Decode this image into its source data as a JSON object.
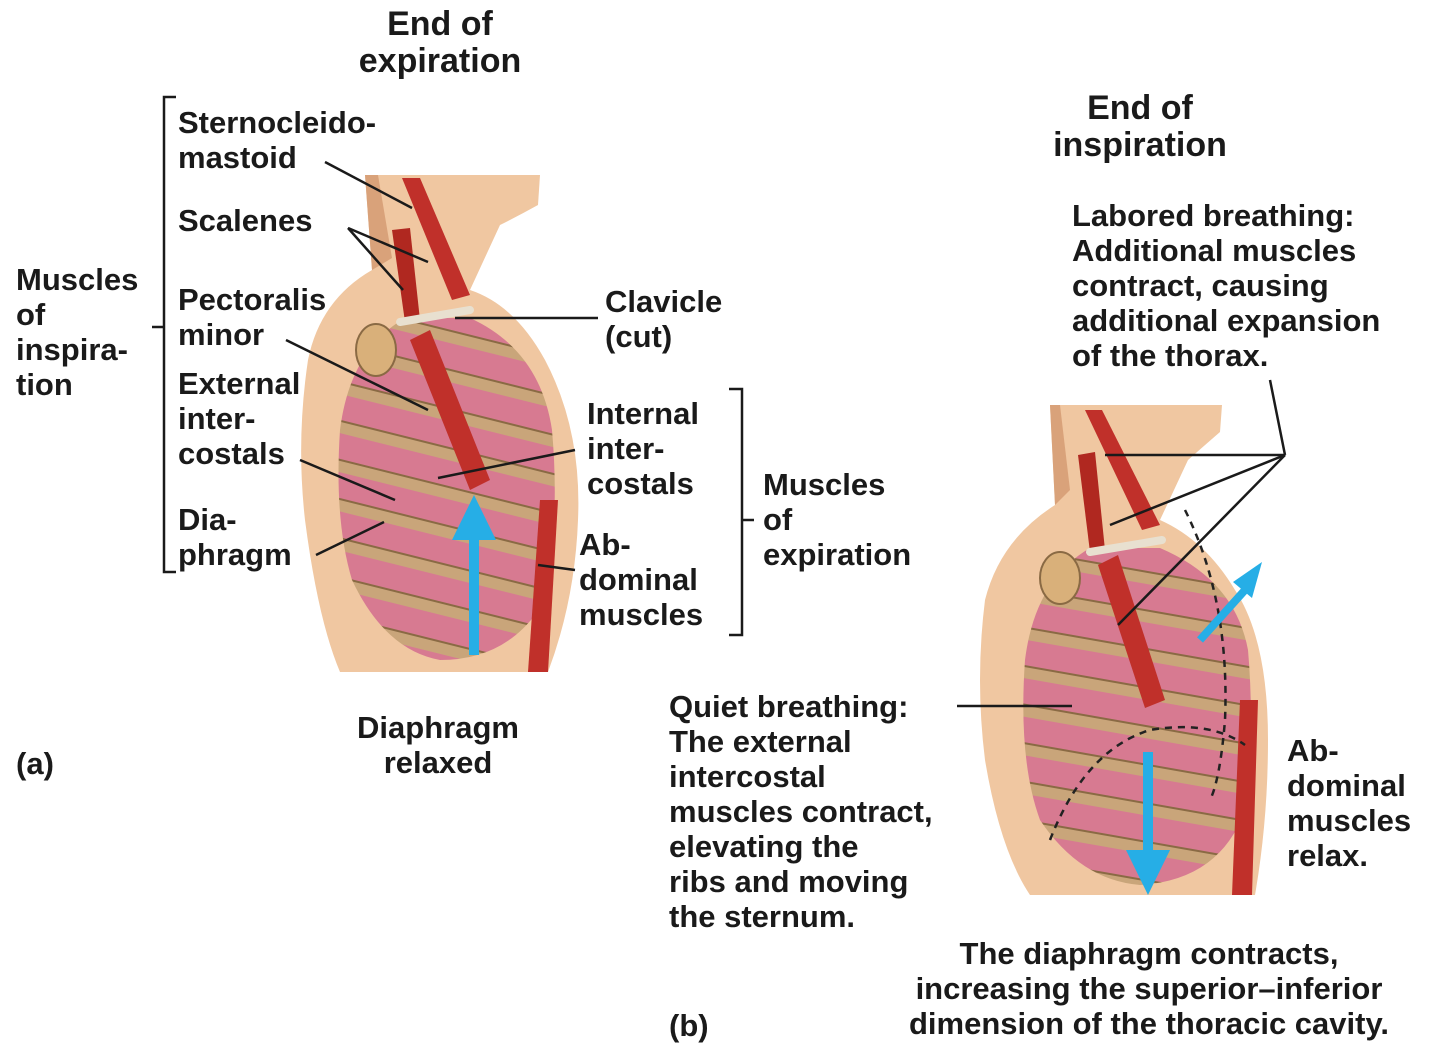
{
  "panel_a": {
    "letter": "(a)",
    "title": "End of\nexpiration",
    "caption": "Diaphragm\nrelaxed",
    "inspiration_group_label": "Muscles\nof\ninspira-\ntion",
    "expiration_group_label": "Muscles\nof\nexpiration",
    "labels": {
      "sternocleidomastoid": "Sternocleido-\nmastoid",
      "scalenes": "Scalenes",
      "pectoralis_minor": "Pectoralis\nminor",
      "external_intercostals": "External\ninter-\ncostals",
      "diaphragm": "Dia-\nphragm",
      "clavicle": "Clavicle\n(cut)",
      "internal_intercostals": "Internal\ninter-\ncostals",
      "abdominal_muscles": "Ab-\ndominal\nmuscles"
    }
  },
  "panel_b": {
    "letter": "(b)",
    "title": "End of\ninspiration",
    "labored_breathing": "Labored breathing:\nAdditional muscles\ncontract, causing\nadditional expansion\nof the thorax.",
    "quiet_breathing": "Quiet breathing:\nThe external\nintercostal\nmuscles contract,\nelevating the\nribs and moving\nthe sternum.",
    "abdominal_relax": "Ab-\ndominal\nmuscles\nrelax.",
    "diaphragm_contracts": "The diaphragm contracts,\nincreasing the superior–inferior\ndimension of the thoracic cavity."
  },
  "colors": {
    "skin": "#f0c7a1",
    "skin_shadow": "#d9a27a",
    "muscle": "#c0302a",
    "lung": "#d77a91",
    "rib": "#c9a57a",
    "arrow": "#26aee6",
    "text": "#1a1a1a"
  }
}
